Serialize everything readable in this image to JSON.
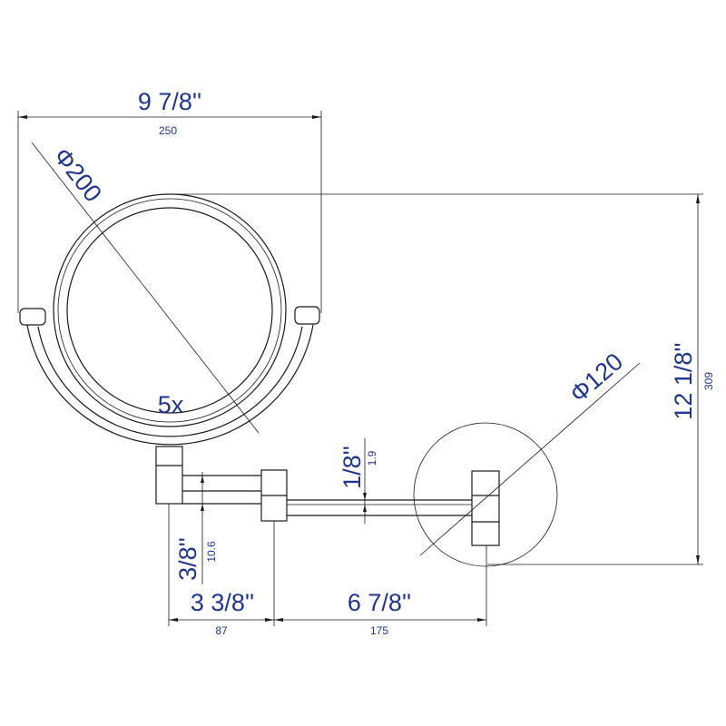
{
  "title": "Magnifying mirror dimension drawing",
  "colors": {
    "text": "#1f3590",
    "lines": "#1a1a1a"
  },
  "dimensions": {
    "overall_width": {
      "imperial": "9 7/8''",
      "metric": "250"
    },
    "mirror_diameter": {
      "label": "Φ200"
    },
    "magnification": {
      "label": "5x"
    },
    "overall_height": {
      "imperial": "12 1/8''",
      "metric": "309"
    },
    "base_diameter": {
      "label": "Φ120"
    },
    "rod_thickness": {
      "imperial": "1/8''",
      "metric": "1.9"
    },
    "arm_thickness": {
      "imperial": "3/8''",
      "metric": "10.6"
    },
    "arm1_length": {
      "imperial": "3 3/8''",
      "metric": "87"
    },
    "arm2_length": {
      "imperial": "6 7/8''",
      "metric": "175"
    }
  }
}
